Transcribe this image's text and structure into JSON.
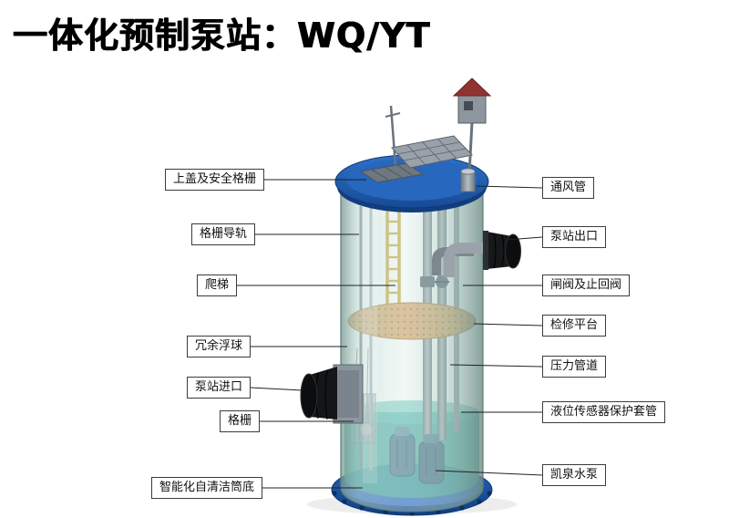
{
  "title": "一体化预制泵站：WQ/YT",
  "labels": {
    "left": [
      "上盖及安全格栅",
      "格栅导轨",
      "爬梯",
      "冗余浮球",
      "泵站进口",
      "格栅",
      "智能化自清洁筒底"
    ],
    "right": [
      "通风管",
      "泵站出口",
      "闸阀及止回阀",
      "检修平台",
      "压力管道",
      "液位传感器保护套管",
      "凯泉水泵"
    ]
  },
  "colors": {
    "lid_blue": "#2263b8",
    "flange_blue": "#1a52a2",
    "tank_glass": "#bcd8d2",
    "platform_tan": "#d8a76c",
    "water_teal": "#41a79e",
    "ladder_yellow": "#c9a93a",
    "pipe_gray": "#8d969e",
    "coupling_black": "#151618",
    "roof_red": "#8f3430",
    "label_border": "#3c3c3c",
    "leader_line": "#222222",
    "title_color": "#000000"
  }
}
